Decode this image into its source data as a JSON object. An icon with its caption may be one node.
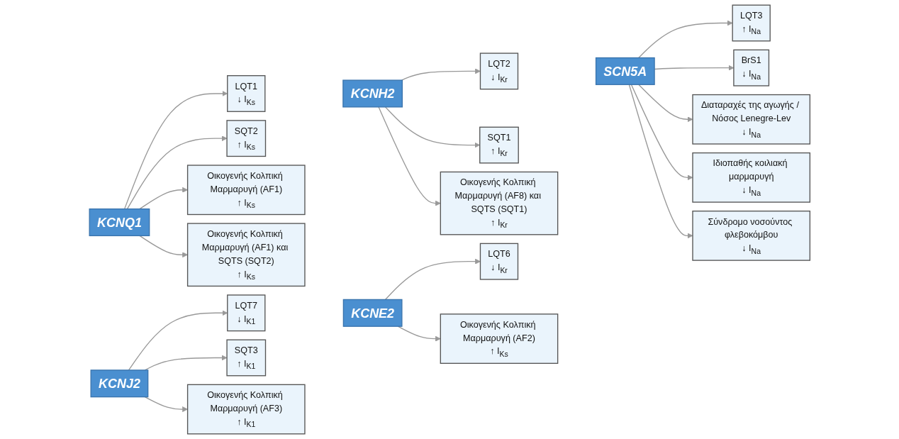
{
  "diagram": {
    "nodes": [
      {
        "text": [
          "KCNQ1"
        ]
      },
      {
        "text": [
          "LQT1",
          "↓ I$_{Ks}$"
        ]
      },
      {
        "text": [
          "SQT2",
          "↑ I$_{Ks}$"
        ]
      },
      {
        "text": [
          "Οικογενής Κολπική Μαρμαρυγή (AF1)",
          "↑ I$_{Ks}$"
        ]
      },
      {
        "text": [
          "Οικογενής Κολπική Μαρμαρυγή (AF1) και SQTS (SQT2)",
          "↑ I$_{Ks}$"
        ]
      },
      {
        "text": [
          "KCNH2"
        ]
      },
      {
        "text": [
          "LQT2",
          "↓ I$_{Kr}$"
        ]
      },
      {
        "text": [
          "SQT1",
          "↑ I$_{Kr}$"
        ]
      },
      {
        "text": [
          "Οικογενής Κολπική Μαρμαρυγή (AF8) και SQTS (SQT1)",
          "↑ I$_{Kr}$"
        ]
      },
      {
        "text": [
          "SCN5A"
        ]
      },
      {
        "text": [
          "LQT3",
          "↑ I$_{Na}$"
        ]
      },
      {
        "text": [
          "BrS1",
          "↓ I$_{Na}$"
        ]
      },
      {
        "text": [
          "Διαταραχές της αγωγής / Νόσος Lenegre-Lev",
          "↓ I$_{Na}$"
        ]
      },
      {
        "text": [
          "Ιδιοπαθής κοιλιακή μαρμαρυγή",
          "↓ I$_{Na}$"
        ]
      },
      {
        "text": [
          "Σύνδρομο νοσούντος φλεβοκόμβου",
          "↓ I$_{Na}$"
        ]
      },
      {
        "text": [
          "KCNJ2"
        ]
      },
      {
        "text": [
          "LQT7",
          "↓ I$_{K1}$"
        ]
      },
      {
        "text": [
          "SQT3",
          "↑ I$_{K1}$"
        ]
      },
      {
        "text": [
          "Οικογενής Κολπική Μαρμαρυγή (AF3)",
          "↑ I$_{K1}$"
        ]
      },
      {
        "text": [
          "KCNE2"
        ]
      },
      {
        "text": [
          "LQT6",
          "↓ I$_{Kr}$"
        ]
      },
      {
        "text": [
          "Οικογενής Κολπική Μαρμαρυγή (AF2)",
          "↑ I$_{Ks}$"
        ]
      }
    ],
    "edges": [
      {
        "from": 0,
        "to": 1,
        "arrow": "to"
      },
      {
        "from": 0,
        "to": 2,
        "arrow": "to"
      },
      {
        "from": 0,
        "to": 3,
        "arrow": "to"
      },
      {
        "from": 0,
        "to": 4,
        "arrow": "to"
      },
      {
        "from": 5,
        "to": 6,
        "arrow": "to"
      },
      {
        "from": 5,
        "to": 7,
        "arrow": "to"
      },
      {
        "from": 5,
        "to": 8,
        "arrow": "to"
      },
      {
        "from": 9,
        "to": 10,
        "arrow": "to"
      },
      {
        "from": 9,
        "to": 11,
        "arrow": "to"
      },
      {
        "from": 9,
        "to": 12,
        "arrow": "to"
      },
      {
        "from": 9,
        "to": 13,
        "arrow": "to"
      },
      {
        "from": 9,
        "to": 14,
        "arrow": "to"
      },
      {
        "from": 15,
        "to": 16,
        "arrow": "to"
      },
      {
        "from": 15,
        "to": 17,
        "arrow": "to"
      },
      {
        "from": 15,
        "to": 18,
        "arrow": "to"
      },
      {
        "from": 19,
        "to": 20,
        "arrow": "to"
      },
      {
        "from": 19,
        "to": 21,
        "arrow": "to"
      }
    ]
  }
}
